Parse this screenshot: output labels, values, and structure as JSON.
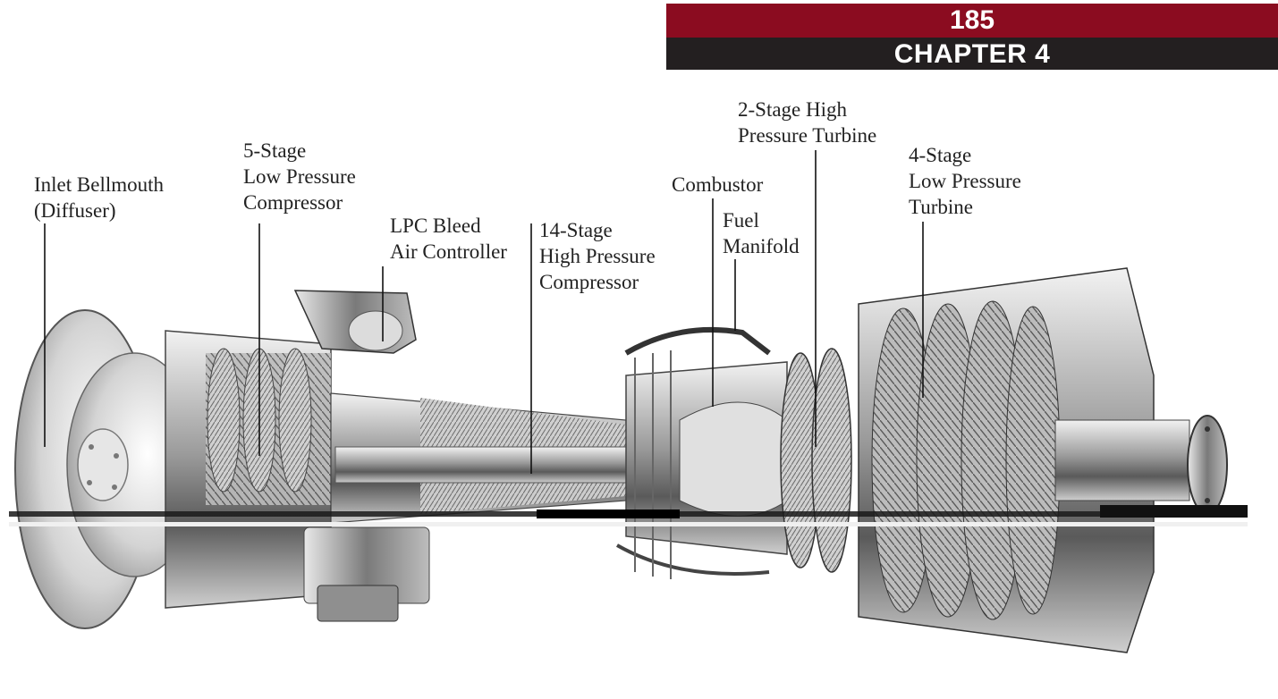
{
  "header": {
    "page_number": "185",
    "chapter": "CHAPTER 4",
    "page_color": "#8b0c20",
    "chapter_color": "#231f20"
  },
  "labels": {
    "inlet": [
      "Inlet Bellmouth",
      "(Diffuser)"
    ],
    "lpc": [
      "5-Stage",
      "Low Pressure",
      "Compressor"
    ],
    "bleed": [
      "LPC Bleed",
      "Air Controller"
    ],
    "hpc": [
      "14-Stage",
      "High Pressure",
      "Compressor"
    ],
    "combustor": [
      "Combustor"
    ],
    "fuel": [
      "Fuel",
      "Manifold"
    ],
    "hpt": [
      "2-Stage High",
      "Pressure Turbine"
    ],
    "lpt": [
      "4-Stage",
      "Low Pressure",
      "Turbine"
    ]
  }
}
